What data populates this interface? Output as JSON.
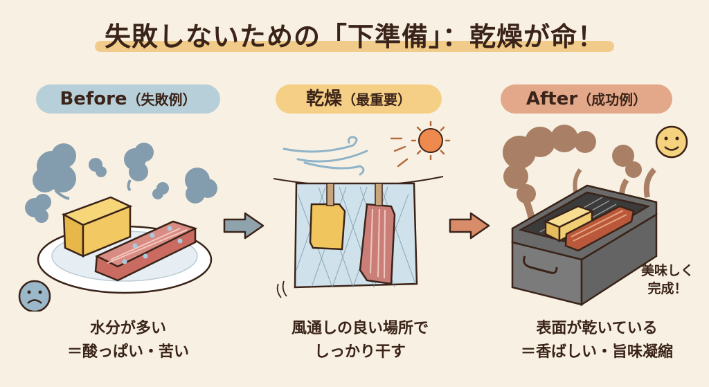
{
  "title": "失敗しないための「下準備」：乾燥が命！",
  "panels": [
    {
      "id": "before",
      "heading": "Before",
      "heading_sub": "（失敗例）",
      "caption_lines": [
        "水分が多い",
        "＝酸っぱい・苦い"
      ],
      "mood_icon": "sad-face",
      "colors": {
        "pill": "#b7cfd9",
        "smoke": "#6f8ea5"
      }
    },
    {
      "id": "dry",
      "heading": "乾燥",
      "heading_sub": "（最重要）",
      "caption_lines": [
        "風通しの良い場所で",
        "しっかり干す"
      ],
      "mood_icon": "sun",
      "colors": {
        "pill": "#f5cf86",
        "sun": "#ee8a4d"
      }
    },
    {
      "id": "after",
      "heading": "After",
      "heading_sub": "（成功例）",
      "caption_lines": [
        "表面が乾いている",
        "＝香ばしい・旨味凝縮"
      ],
      "mood_icon": "happy-face",
      "note_lines": [
        "美味しく",
        "完成！"
      ],
      "colors": {
        "pill": "#e3a88a",
        "smoke": "#9c6d50"
      }
    }
  ],
  "arrows": [
    {
      "from": "before",
      "to": "dry",
      "color": "#8fa3ad"
    },
    {
      "from": "dry",
      "to": "after",
      "color": "#d98c6a"
    }
  ]
}
